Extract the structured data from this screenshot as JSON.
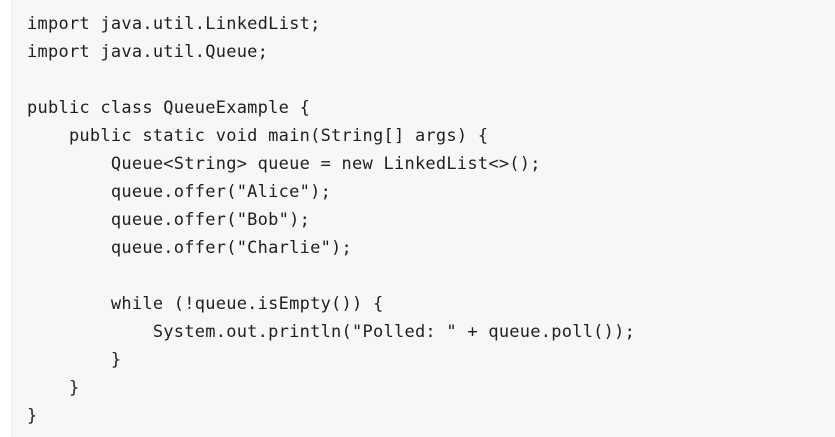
{
  "code": {
    "language": "java",
    "lines": [
      "import java.util.LinkedList;",
      "import java.util.Queue;",
      "",
      "public class QueueExample {",
      "    public static void main(String[] args) {",
      "        Queue<String> queue = new LinkedList<>();",
      "        queue.offer(\"Alice\");",
      "        queue.offer(\"Bob\");",
      "        queue.offer(\"Charlie\");",
      "",
      "        while (!queue.isEmpty()) {",
      "            System.out.println(\"Polled: \" + queue.poll());",
      "        }",
      "    }",
      "}"
    ]
  }
}
